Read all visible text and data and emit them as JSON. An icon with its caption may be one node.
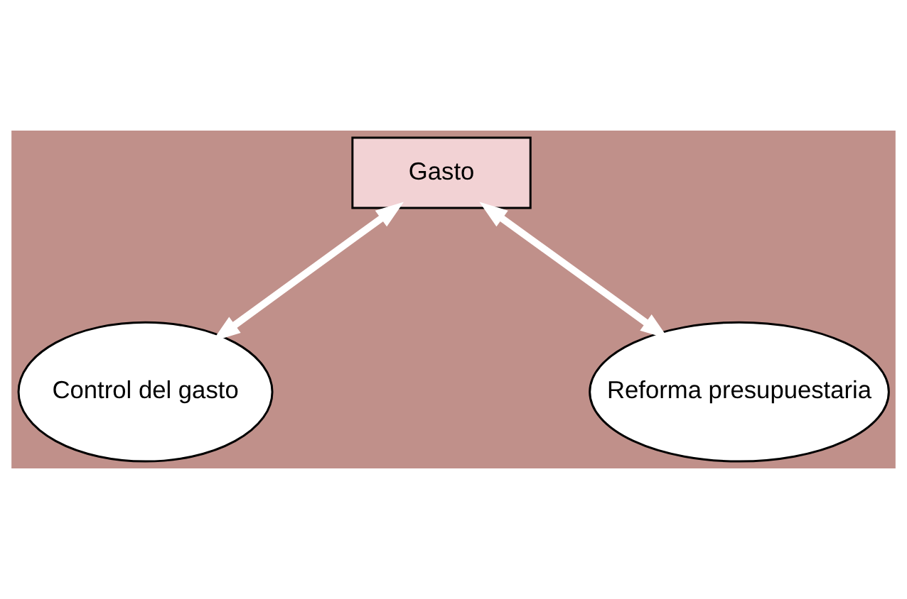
{
  "diagram": {
    "nodes": [
      {
        "text": [
          "Gasto"
        ]
      },
      {
        "text": [
          "Control del gasto"
        ]
      },
      {
        "text": [
          "Reforma presupuestaria"
        ]
      }
    ],
    "edges": [
      {
        "from": 0,
        "to": 1,
        "arrow": "both"
      },
      {
        "from": 0,
        "to": 2,
        "arrow": "both"
      }
    ]
  }
}
